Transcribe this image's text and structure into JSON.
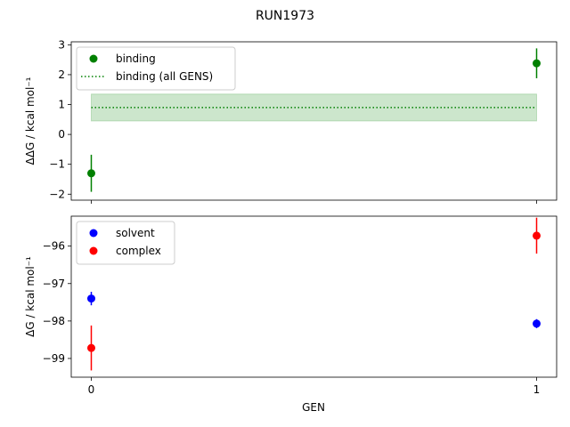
{
  "figure": {
    "title": "RUN1973",
    "xlabel": "GEN"
  },
  "chart_data": [
    {
      "type": "scatter",
      "panel": "top",
      "ylabel": "ΔΔG / kcal mol⁻¹",
      "ylim": [
        -2.2,
        3.1
      ],
      "xlim": [
        -0.045,
        1.045
      ],
      "yticks": [
        -2,
        -1,
        0,
        1,
        2,
        3
      ],
      "xticks": [],
      "series": [
        {
          "name": "binding",
          "color": "#008000",
          "x": [
            0,
            1
          ],
          "y": [
            -1.3,
            2.38
          ],
          "err": [
            0.62,
            0.5
          ]
        }
      ],
      "hline": {
        "name": "binding (all GENS)",
        "color": "#008000",
        "y": 0.9,
        "band": [
          0.45,
          1.35
        ],
        "x": [
          0,
          1
        ]
      },
      "legend": "top-left"
    },
    {
      "type": "scatter",
      "panel": "bottom",
      "ylabel": "ΔG / kcal mol⁻¹",
      "ylim": [
        -99.5,
        -95.2
      ],
      "xlim": [
        -0.045,
        1.045
      ],
      "yticks": [
        -99,
        -98,
        -97,
        -96
      ],
      "xticks": [
        0,
        1
      ],
      "series": [
        {
          "name": "solvent",
          "color": "#0000ff",
          "x": [
            0,
            1
          ],
          "y": [
            -97.4,
            -98.07
          ],
          "err": [
            0.18,
            0.12
          ]
        },
        {
          "name": "complex",
          "color": "#ff0000",
          "x": [
            0,
            1
          ],
          "y": [
            -98.72,
            -95.72
          ],
          "err": [
            0.6,
            0.48
          ]
        }
      ],
      "legend": "top-left"
    }
  ]
}
